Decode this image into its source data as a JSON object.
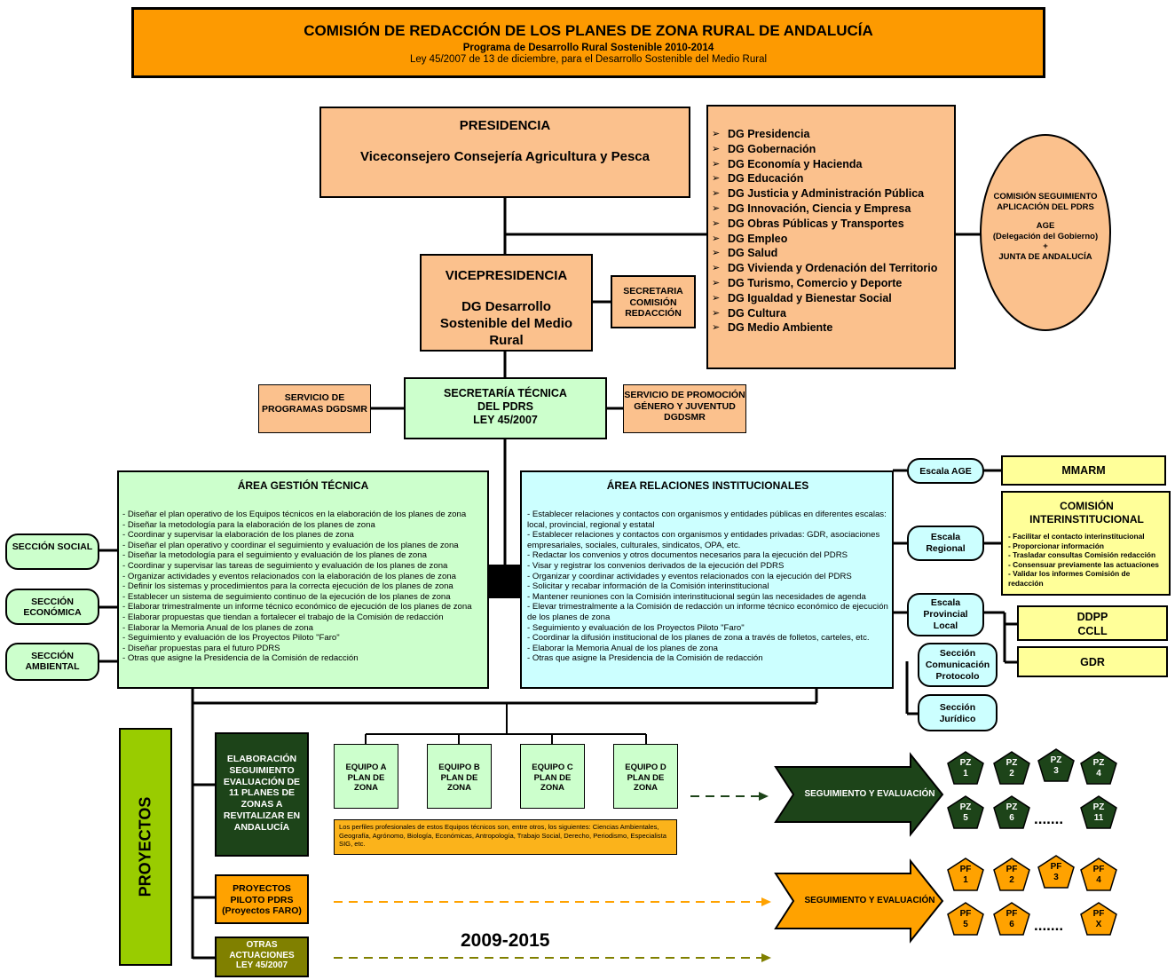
{
  "title": {
    "main": "COMISIÓN DE REDACCIÓN DE LOS PLANES DE ZONA RURAL DE ANDALUCÍA",
    "subtitle": "Programa de Desarrollo Rural Sostenible 2010-2014",
    "law": "Ley 45/2007 de 13 de diciembre, para el Desarrollo Sostenible del Medio Rural"
  },
  "presidencia": {
    "title": "PRESIDENCIA",
    "body": "Viceconsejero Consejería Agricultura y Pesca"
  },
  "dg_list": [
    "DG Presidencia",
    "DG Gobernación",
    "DG Economía y Hacienda",
    "DG Educación",
    "DG Justicia y Administración Pública",
    "DG Innovación, Ciencia y Empresa",
    "DG Obras Públicas y Transportes",
    "DG Empleo",
    "DG Salud",
    "DG Vivienda y Ordenación del Territorio",
    "DG Turismo, Comercio y Deporte",
    "DG Igualdad y Bienestar Social",
    "DG Cultura",
    "DG Medio Ambiente"
  ],
  "comision_seguimiento": {
    "line1": "COMISIÓN SEGUIMIENTO APLICACIÓN DEL PDRS",
    "line2": "AGE",
    "line3": "(Delegación del Gobierno)",
    "plus": "+",
    "line4": "JUNTA DE ANDALUCÍA"
  },
  "vicepresidencia": {
    "title": "VICEPRESIDENCIA",
    "body": "DG Desarrollo Sostenible del Medio Rural"
  },
  "secretaria_comision": "SECRETARIA COMISIÓN REDACCIÓN",
  "secretaria_tecnica": {
    "l1": "SECRETARÍA TÉCNICA",
    "l2": "DEL PDRS",
    "l3": "LEY 45/2007"
  },
  "servicio_programas": "SERVICIO DE PROGRAMAS DGDSMR",
  "servicio_promocion": "SERVICIO DE PROMOCIÓN GÉNERO Y JUVENTUD DGDSMR",
  "area_gestion": {
    "title": "ÁREA GESTIÓN TÉCNICA",
    "tasks": [
      "- Diseñar el plan operativo de los Equipos técnicos en la elaboración de los planes de zona",
      "- Diseñar la metodología para la elaboración de los planes de zona",
      "- Coordinar y supervisar la elaboración de los planes de zona",
      "- Diseñar el plan operativo y coordinar el seguimiento y evaluación de los planes de zona",
      "- Diseñar la metodología para el seguimiento y evaluación de los planes de zona",
      "- Coordinar y supervisar las tareas de seguimiento y evaluación de los planes de zona",
      "- Organizar actividades y eventos relacionados con la elaboración de los planes de zona",
      "- Definir los sistemas y procedimientos para la correcta ejecución de los planes de zona",
      "- Establecer un sistema de seguimiento continuo de la ejecución de los planes de zona",
      "- Elaborar trimestralmente un informe técnico económico de ejecución de los planes de zona",
      "- Elaborar propuestas que tiendan a fortalecer el trabajo de la Comisión de redacción",
      "- Elaborar la Memoria Anual de los planes de zona",
      "- Seguimiento y evaluación de los Proyectos Piloto \"Faro\"",
      "- Diseñar propuestas para el futuro PDRS",
      "- Otras que asigne la Presidencia de la Comisión de redacción"
    ]
  },
  "area_relaciones": {
    "title": "ÁREA RELACIONES INSTITUCIONALES",
    "tasks": [
      "- Establecer relaciones y contactos con organismos y entidades públicas en diferentes escalas: local, provincial, regional y estatal",
      "- Establecer relaciones y contactos con organismos y entidades privadas: GDR, asociaciones empresariales, sociales, culturales, sindicatos, OPA, etc.",
      "- Redactar los convenios y otros documentos necesarios para la ejecución del PDRS",
      "- Visar y registrar los convenios derivados de la ejecución del PDRS",
      "- Organizar y coordinar actividades y eventos relacionados con la ejecución del PDRS",
      "- Solicitar y recabar información de la Comisión interinstitucional",
      "- Mantener reuniones con la Comisión interinstitucional según las necesidades de agenda",
      "- Elevar trimestralmente a la Comisión de redacción un informe técnico económico de ejecución de los planes de zona",
      "- Seguimiento y evaluación de los Proyectos Piloto \"Faro\"",
      "- Coordinar la difusión institucional de los planes de zona a través de folletos, carteles, etc.",
      "- Elaborar la Memoria Anual de los planes de zona",
      "- Otras que asigne la Presidencia de la Comisión de redacción"
    ]
  },
  "secciones": {
    "social": "SECCIÓN SOCIAL",
    "economica": "SECCIÓN ECONÓMICA",
    "ambiental": "SECCIÓN AMBIENTAL",
    "comunicacion": "Sección Comunicación Protocolo",
    "juridico": "Sección Jurídico"
  },
  "escalas": {
    "age": "Escala AGE",
    "regional": "Escala Regional",
    "provincial": "Escala Provincial Local"
  },
  "mmarm": "MMARM",
  "comision_inter": {
    "title": "COMISIÓN INTERINSTITUCIONAL",
    "items": [
      "- Facilitar el contacto interinstitucional",
      "- Proporcionar información",
      "- Trasladar consultas Comisión redacción",
      "- Consensuar previamente las actuaciones",
      "- Validar los informes Comisión de redacción"
    ]
  },
  "ddpp": "DDPP CCLL",
  "gdr": "GDR",
  "proyectos": "PROYECTOS",
  "elaboracion": "ELABORACIÓN SEGUIMIENTO EVALUACIÓN DE 11 PLANES DE ZONAS A REVITALIZAR EN ANDALUCÍA",
  "equipos": [
    "EQUIPO A PLAN DE ZONA",
    "EQUIPO B PLAN DE ZONA",
    "EQUIPO C PLAN DE ZONA",
    "EQUIPO D PLAN DE ZONA"
  ],
  "perfiles": "Los perfiles profesionales de estos Equipos técnicos son, entre otros, los siguientes: Ciencias Ambientales, Geografía, Agrónomo, Biología, Económicas, Antropología, Trabajo Social, Derecho, Periodismo, Especialista SIG, etc.",
  "proyectos_piloto": "PROYECTOS PILOTO PDRS (Proyectos FARO)",
  "otras_actuaciones": "OTRAS ACTUACIONES LEY 45/2007",
  "period": "2009-2015",
  "seguimiento_label": "SEGUIMIENTO Y EVALUACIÓN",
  "pz": [
    [
      "PZ",
      "1"
    ],
    [
      "PZ",
      "2"
    ],
    [
      "PZ",
      "3"
    ],
    [
      "PZ",
      "4"
    ],
    [
      "PZ",
      "5"
    ],
    [
      "PZ",
      "6"
    ],
    [
      "PZ",
      "11"
    ]
  ],
  "pf": [
    [
      "PF",
      "1"
    ],
    [
      "PF",
      "2"
    ],
    [
      "PF",
      "3"
    ],
    [
      "PF",
      "4"
    ],
    [
      "PF",
      "5"
    ],
    [
      "PF",
      "6"
    ],
    [
      "PF",
      "X"
    ]
  ],
  "ellipsis": ".......",
  "colors": {
    "orange_title": "#fd9a01",
    "peach": "#fbc18d",
    "light_green": "#ccffcc",
    "cyan": "#ccffff",
    "yellow": "#ffff99",
    "dark_green": "#1d4419",
    "orange": "#ffa200",
    "olive": "#808000",
    "lime": "#99cc00"
  }
}
